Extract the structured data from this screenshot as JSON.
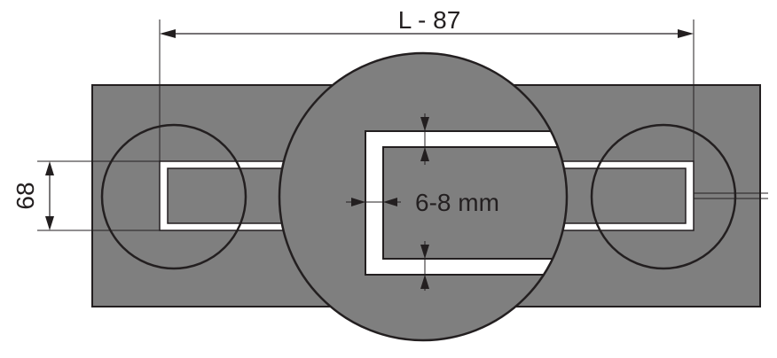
{
  "diagram": {
    "dimensions": {
      "length_label": "L - 87",
      "height_label": "68",
      "gap_label": "6-8 mm"
    },
    "colors": {
      "panel": "#7f7f7f",
      "frame": "#ffffff",
      "line": "#231f20",
      "background": "#ffffff"
    }
  }
}
